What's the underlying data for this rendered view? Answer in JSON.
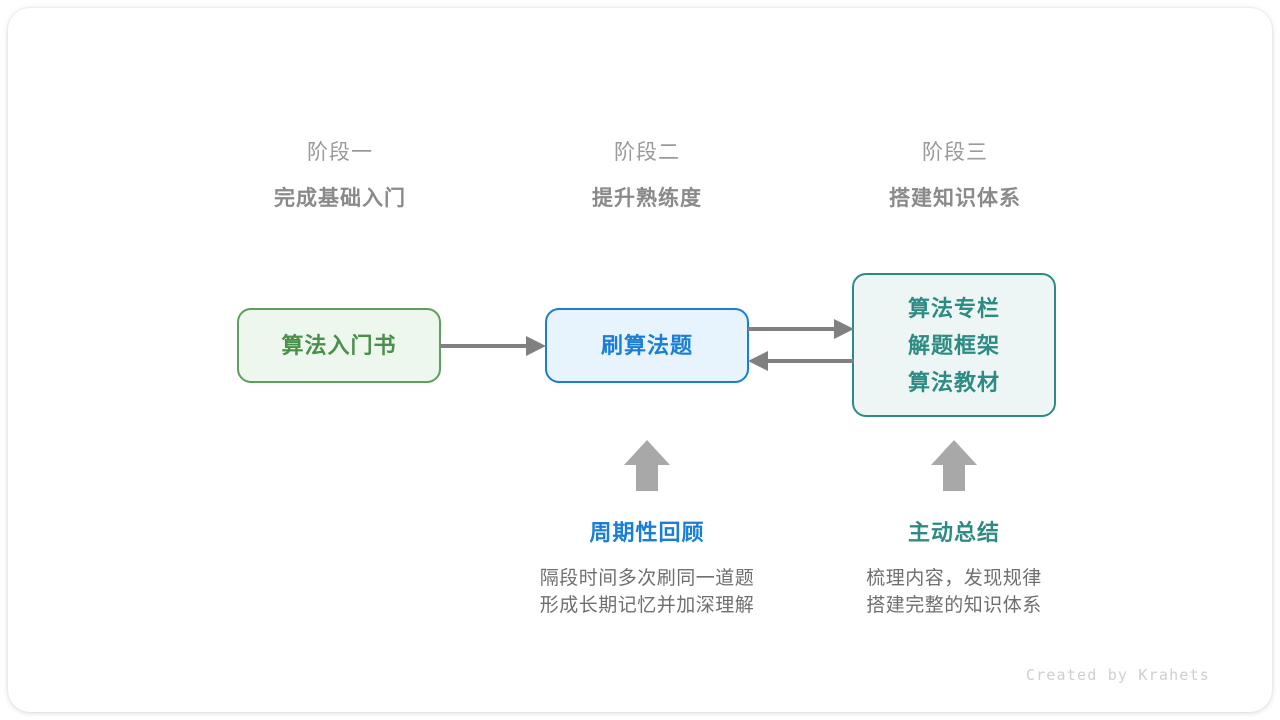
{
  "diagram": {
    "title_hidden": "",
    "phases": [
      {
        "name": "阶段一",
        "goal": "完成基础入门"
      },
      {
        "name": "阶段二",
        "goal": "提升熟练度"
      },
      {
        "name": "阶段三",
        "goal": "搭建知识体系"
      }
    ],
    "nodes": [
      {
        "id": "book",
        "lines": [
          "算法入门书"
        ],
        "border_color": "#5e9e5e",
        "fill_color": "#eef7ee",
        "text_color": "#4a8f4a"
      },
      {
        "id": "practice",
        "lines": [
          "刷算法题"
        ],
        "border_color": "#1a7fd4",
        "fill_color": "#e7f3fd",
        "text_color": "#1a7fd4"
      },
      {
        "id": "system",
        "lines": [
          "算法专栏",
          "解题框架",
          "算法教材"
        ],
        "border_color": "#2e8b84",
        "fill_color": "#edf6f4",
        "text_color": "#2e8b84"
      }
    ],
    "connectors": [
      {
        "id": "book-to-practice",
        "direction": "right",
        "color": "#808080"
      },
      {
        "id": "practice-to-system",
        "direction": "right",
        "color": "#808080"
      },
      {
        "id": "system-to-practice",
        "direction": "left",
        "color": "#808080"
      }
    ],
    "up_arrows": [
      {
        "id": "review",
        "color": "#a8a8a8"
      },
      {
        "id": "summary",
        "color": "#a8a8a8"
      }
    ],
    "annotations": [
      {
        "id": "review",
        "title": "周期性回顾",
        "desc_line1": "隔段时间多次刷同一道题",
        "desc_line2": "形成长期记忆并加深理解",
        "color": "#1a7fd4"
      },
      {
        "id": "summary",
        "title": "主动总结",
        "desc_line1": "梳理内容，发现规律",
        "desc_line2": "搭建完整的知识体系",
        "color": "#2e8b84"
      }
    ],
    "watermark": "Created by Krahets"
  }
}
